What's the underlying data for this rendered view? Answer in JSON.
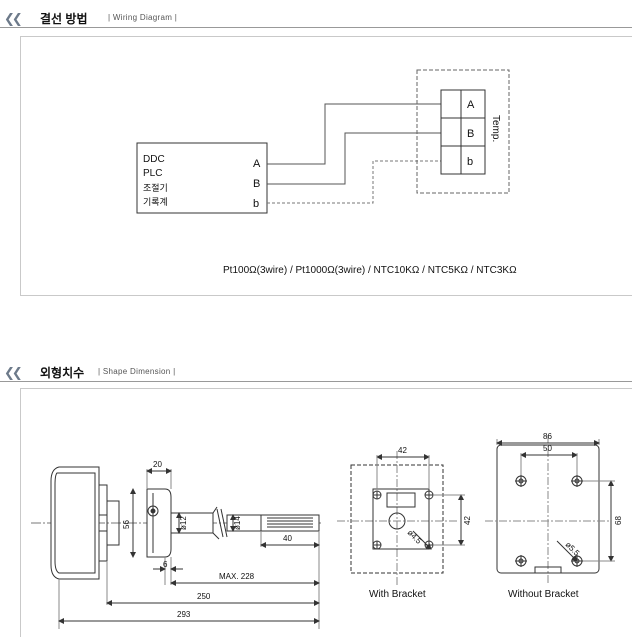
{
  "wiring": {
    "title_ko": "결선 방법",
    "title_en": "| Wiring Diagram |",
    "device": {
      "lines": [
        "DDC",
        "PLC",
        "조절기",
        "기록계"
      ],
      "terminals": [
        "A",
        "B",
        "b"
      ]
    },
    "sensor": {
      "terminals": [
        "A",
        "B",
        "b"
      ],
      "label": "Temp."
    },
    "caption": "Pt100Ω(3wire) / Pt1000Ω(3wire) / NTC10KΩ  / NTC5KΩ / NTC3KΩ"
  },
  "shape": {
    "title_ko": "외형치수",
    "title_en": "| Shape Dimension |",
    "side_view": {
      "dims": [
        "20",
        "56",
        "ø12",
        "ø14",
        "40",
        "6",
        "MAX. 228",
        "250",
        "293"
      ]
    },
    "bracket_view": {
      "caption": "With Bracket",
      "dims": [
        "42",
        "42",
        "ø4.5"
      ]
    },
    "plate_view": {
      "caption": "Without Bracket",
      "dims": [
        "86",
        "50",
        "68",
        "ø5.5"
      ]
    }
  }
}
